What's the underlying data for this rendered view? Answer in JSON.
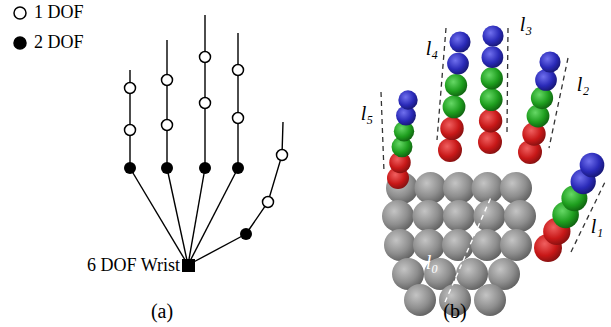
{
  "diagram": {
    "labels": [
      "6 DOF Wrist",
      "(a)",
      "l₄",
      "l₃",
      "l₅",
      "l₂",
      "l₁",
      "l₀",
      "(b)"
    ],
    "legend": [
      {
        "text": "1 DOF"
      },
      {
        "text": "2 DOF"
      }
    ]
  }
}
